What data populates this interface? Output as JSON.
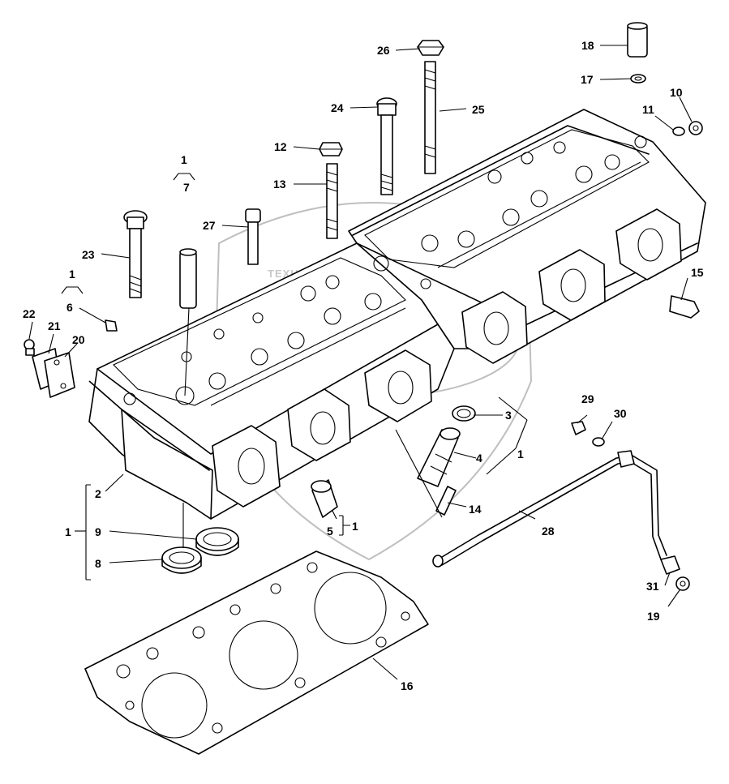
{
  "watermark": {
    "text": "ТЕХНИКА И ЗАПЧАСТИ"
  },
  "callouts": [
    {
      "id": "c1",
      "text": "1"
    },
    {
      "id": "c2",
      "text": "2"
    },
    {
      "id": "c3",
      "text": "3"
    },
    {
      "id": "c4",
      "text": "4"
    },
    {
      "id": "c5",
      "text": "5"
    },
    {
      "id": "c6",
      "text": "6"
    },
    {
      "id": "c7",
      "text": "7"
    },
    {
      "id": "c8",
      "text": "8"
    },
    {
      "id": "c9",
      "text": "9"
    },
    {
      "id": "c10",
      "text": "10"
    },
    {
      "id": "c11",
      "text": "11"
    },
    {
      "id": "c12",
      "text": "12"
    },
    {
      "id": "c13",
      "text": "13"
    },
    {
      "id": "c14",
      "text": "14"
    },
    {
      "id": "c15",
      "text": "15"
    },
    {
      "id": "c16",
      "text": "16"
    },
    {
      "id": "c17",
      "text": "17"
    },
    {
      "id": "c18",
      "text": "18"
    },
    {
      "id": "c19",
      "text": "19"
    },
    {
      "id": "c20",
      "text": "20"
    },
    {
      "id": "c21",
      "text": "21"
    },
    {
      "id": "c22",
      "text": "22"
    },
    {
      "id": "c23",
      "text": "23"
    },
    {
      "id": "c24",
      "text": "24"
    },
    {
      "id": "c25",
      "text": "25"
    },
    {
      "id": "c26",
      "text": "26"
    },
    {
      "id": "c27",
      "text": "27"
    },
    {
      "id": "c28",
      "text": "28"
    },
    {
      "id": "c29",
      "text": "29"
    },
    {
      "id": "c30",
      "text": "30"
    },
    {
      "id": "c31",
      "text": "31"
    }
  ],
  "group_labels": [
    {
      "id": "g1",
      "text": "1"
    },
    {
      "id": "g2",
      "text": "1"
    },
    {
      "id": "g3",
      "text": "1"
    },
    {
      "id": "g4",
      "text": "1"
    },
    {
      "id": "g5",
      "text": "1"
    }
  ]
}
